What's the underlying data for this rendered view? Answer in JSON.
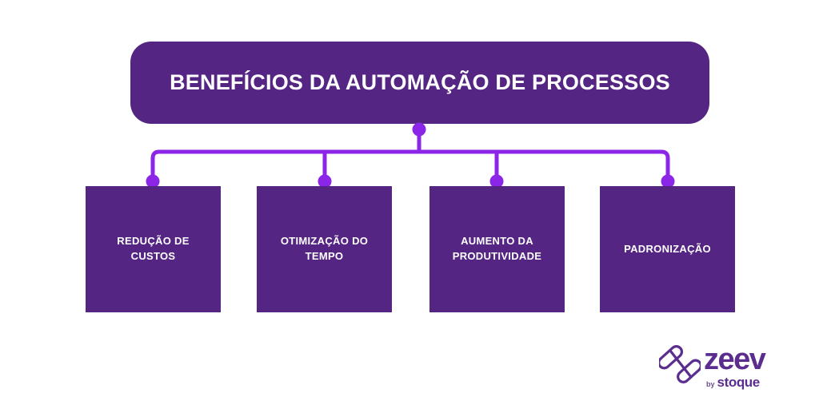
{
  "palette": {
    "background": "#ffffff",
    "box_fill": "#552583",
    "accent_line": "#8B26E8",
    "text_on_box": "#ffffff",
    "logo_purple": "#5B2D8E",
    "logo_sub_gray": "#6B4E8F"
  },
  "header": {
    "title": "BENEFÍCIOS DA AUTOMAÇÃO DE PROCESSOS"
  },
  "diagram": {
    "type": "org-tree",
    "root_label": "BENEFÍCIOS DA AUTOMAÇÃO DE PROCESSOS",
    "branch_count": 4,
    "nodes": [
      {
        "label": "REDUÇÃO DE\nCUSTOS",
        "line1": "REDUÇÃO DE",
        "line2": "CUSTOS"
      },
      {
        "label": "OTIMIZAÇÃO DO\nTEMPO",
        "line1": "OTIMIZAÇÃO DO",
        "line2": "TEMPO"
      },
      {
        "label": "AUMENTO DA\nPRODUTIVIDADE",
        "line1": "AUMENTO DA",
        "line2": "PRODUTIVIDADE"
      },
      {
        "label": "PADRONIZAÇÃO",
        "line1": "PADRONIZAÇÃO",
        "line2": ""
      }
    ]
  },
  "logo": {
    "wordmark": "zeev",
    "by_prefix": "by",
    "parent_brand": "stoque",
    "mark_name": "zeev-double-bar-mark"
  }
}
